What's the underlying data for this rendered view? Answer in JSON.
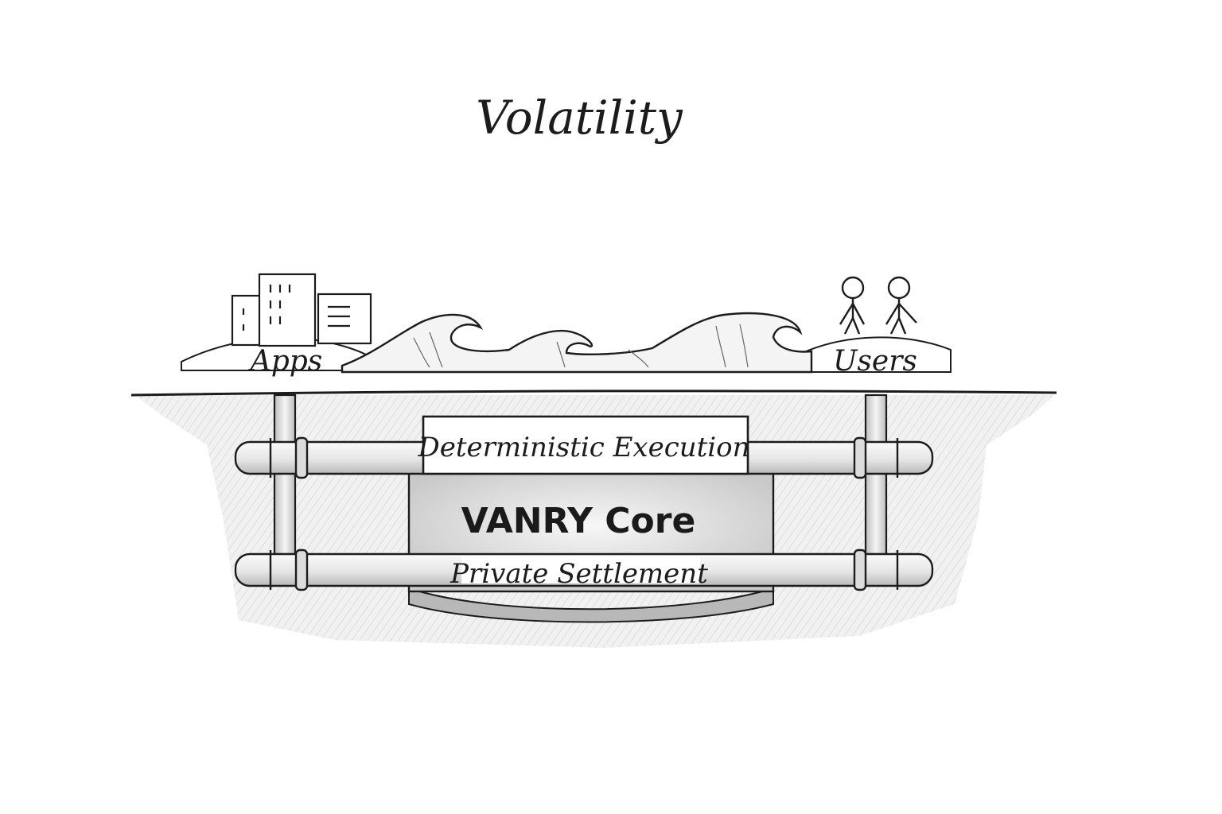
{
  "title": "Volatility",
  "surface": {
    "left_label": "Apps",
    "right_label": "Users"
  },
  "core": {
    "top_layer": "Deterministic Execution",
    "center": "VANRY Core",
    "bottom_layer": "Private Settlement"
  },
  "colors": {
    "ink": "#1c1c1c",
    "shade": "#cfcfcf",
    "pipe": "#ededed",
    "background": "#ffffff"
  }
}
